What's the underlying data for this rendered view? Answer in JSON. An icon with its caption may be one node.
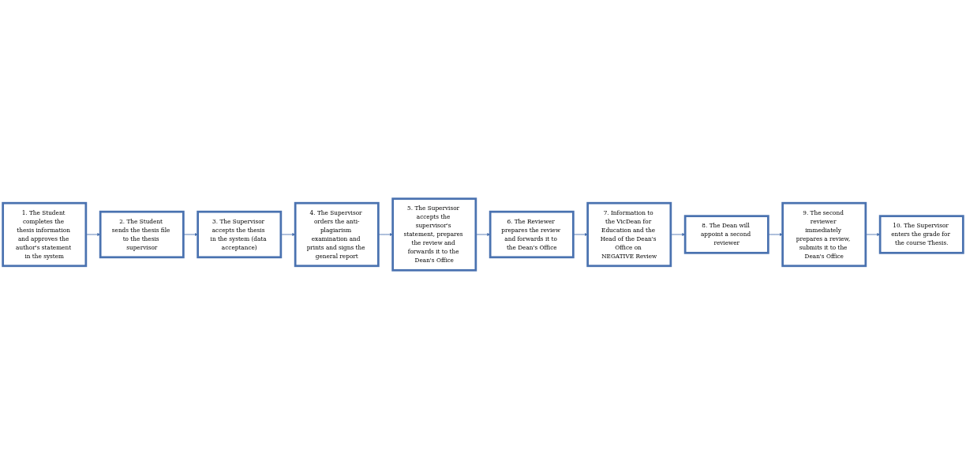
{
  "diagram": {
    "nodes": [
      {
        "text": [
          "1. The Student completes the thesis information and approves the author's statement in the system"
        ]
      },
      {
        "text": [
          "2. The Student sends the thesis file to the thesis supervisor"
        ]
      },
      {
        "text": [
          "3. The Supervisor accepts the thesis in the system (data acceptance)"
        ]
      },
      {
        "text": [
          "4. The Supervisor orders the anti-plagiarism examination and prints and signs the general report"
        ]
      },
      {
        "text": [
          "5. The Supervisor accepts the supervisor's statement, prepares the review and forwards it to the Dean's Office"
        ]
      },
      {
        "text": [
          "6. The Reviewer prepares the review and forwards it to the Dean's Office"
        ]
      },
      {
        "text": [
          "7. Information to the VicDean for Education and the Head of the Dean's Office on NEGATIVE Review"
        ]
      },
      {
        "text": [
          "8. The Dean will appoint a second reviewer"
        ]
      },
      {
        "text": [
          "9. The second reviewer immediately prepares a review, submits it to the Dean's Office"
        ]
      },
      {
        "text": [
          "10. The Supervisor enters the grade for the course Thesis."
        ]
      }
    ],
    "edges": [
      {
        "from": 0,
        "to": 1,
        "arrow": "to"
      },
      {
        "from": 1,
        "to": 2,
        "arrow": "to"
      },
      {
        "from": 2,
        "to": 3,
        "arrow": "to"
      },
      {
        "from": 3,
        "to": 4,
        "arrow": "to"
      },
      {
        "from": 4,
        "to": 5,
        "arrow": "to"
      },
      {
        "from": 5,
        "to": 6,
        "arrow": "to"
      },
      {
        "from": 6,
        "to": 7,
        "arrow": "to"
      },
      {
        "from": 7,
        "to": 8,
        "arrow": "to"
      },
      {
        "from": 8,
        "to": 9,
        "arrow": "to"
      }
    ]
  }
}
